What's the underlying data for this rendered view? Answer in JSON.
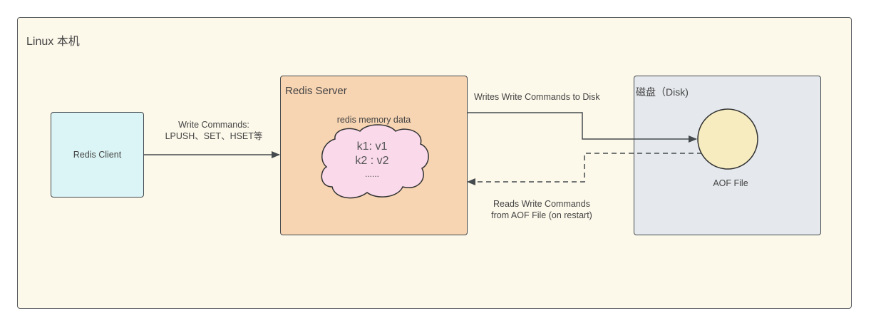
{
  "diagram": {
    "container": {
      "title": "Linux 本机"
    },
    "client": {
      "label": "Redis Client"
    },
    "server": {
      "title": "Redis Server",
      "memory_title": "redis memory data",
      "memory_lines": [
        "k1:  v1",
        "k2 : v2",
        "......"
      ]
    },
    "disk": {
      "title": "磁盘（Disk)",
      "file_label": "AOF File"
    },
    "edges": {
      "client_to_server": {
        "line1": "Write Commands:",
        "line2": "LPUSH、SET、HSET等",
        "style": "solid"
      },
      "server_to_aof": {
        "label": "Writes Write Commands to Disk",
        "style": "solid"
      },
      "aof_to_server": {
        "line1": "Reads Write Commands",
        "line2": "from AOF File (on restart)",
        "style": "dashed"
      }
    },
    "colors": {
      "container_fill": "#fcf8ea",
      "client_fill": "#dbf4f5",
      "server_fill": "#f7d4b2",
      "cloud_fill": "#f9d9ea",
      "disk_fill": "#e5e9ed",
      "aof_fill": "#f7ecc0",
      "stroke": "#444a4e"
    }
  }
}
